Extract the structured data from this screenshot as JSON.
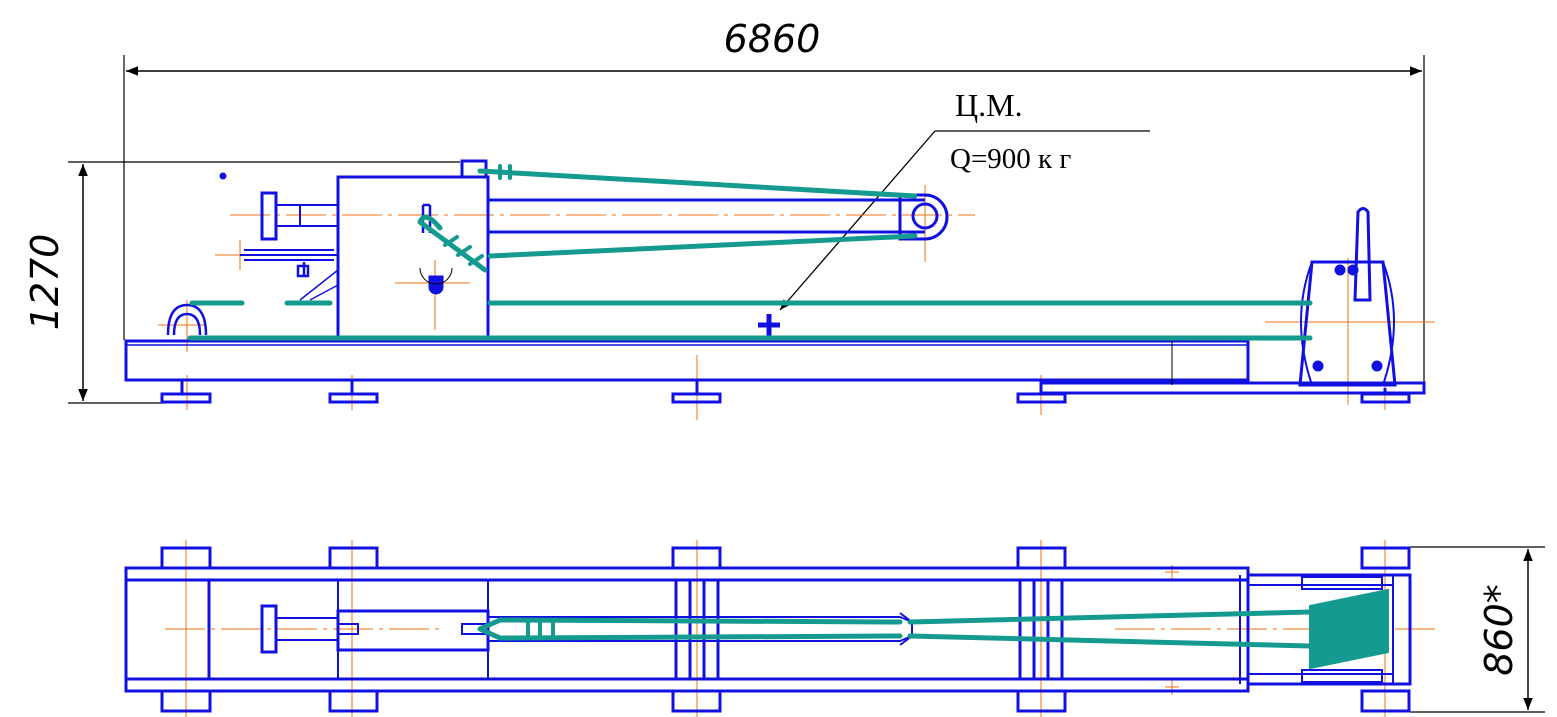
{
  "dimensions": {
    "overall_length": "6860",
    "overall_height": "1270",
    "width": "860*"
  },
  "callout": {
    "label": "Ц.М.",
    "load": "Q=900 к г"
  },
  "colors": {
    "outline": "#1010e0",
    "cable": "#159a90",
    "centerline": "#f07010",
    "dimension": "#000000"
  }
}
